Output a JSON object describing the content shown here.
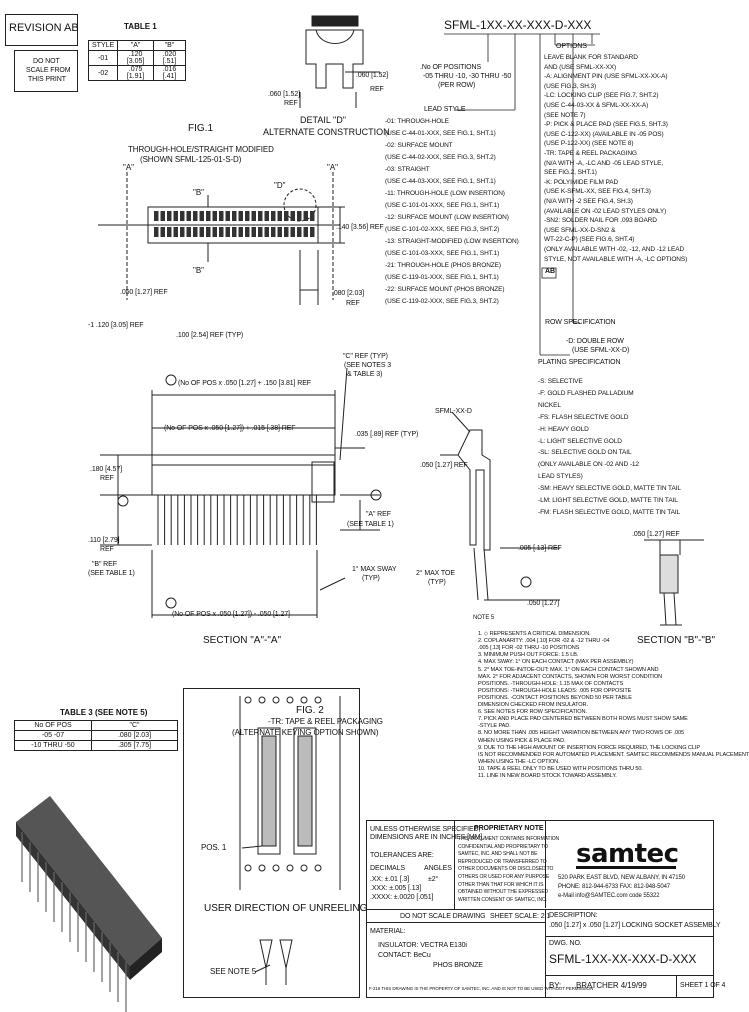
{
  "revision": "REVISION AB",
  "scale_note": [
    "DO NOT",
    "SCALE FROM",
    "THIS PRINT"
  ],
  "table1": {
    "title": "TABLE 1",
    "headers": [
      "STYLE",
      "\"A\"",
      "\"B\""
    ],
    "rows": [
      [
        "-01",
        ".120 [3.05]",
        ".020 [.51]"
      ],
      [
        "-02",
        ".075 [1.91]",
        ".016 [.41]"
      ]
    ]
  },
  "part_number": "SFML-1XX-XX-XXX-D-XXX",
  "positions": [
    ".No OF POSITIONS",
    "-05 THRU -10, -30 THRU -50",
    "(PER ROW)"
  ],
  "options": {
    "title": "OPTIONS",
    "lines": [
      "LEAVE BLANK FOR STANDARD",
      "AND (USE SFML-XX-XX)",
      "-A: ALIGNMENT PIN (USE SFML-XX-XX-A)",
      "(USE FIG.3, SH.3)",
      "-LC: LOCKING CLIP (SEE FIG.7, SHT.2)",
      "(USE C-44-03-XX & SFML-XX-XX-A)",
      "(SEE NOTE 7)",
      "-P: PICK & PLACE PAD (SEE FIG.5, SHT.3)",
      "(USE C-122-XX) (AVAILABLE IN -05 POS)",
      "(USE P-122-XX) (SEE NOTE 8)",
      "-TR: TAPE & REEL PACKAGING",
      "(N/A WITH -A, -LC AND -05 LEAD STYLE,",
      "SEE FIG.2, SHT.1)",
      "-K: POLYIMIDE FILM PAD",
      "(USE K-SFML-XX, SEE FIG.4, SHT.3)",
      "(N/A WITH -2 SEE FIG.4, SH.3)",
      "(AVAILABLE ON -02 LEAD STYLES ONLY)",
      "-SN2: SOLDER NAIL FOR .093 BOARD",
      "(USE SFML-XX-D-SN2 &",
      "WT-22-C-P) (SEE FIG.6, SHT.4)",
      "(ONLY AVAILABLE WITH -02, -12, AND -12 LEAD",
      "STYLE, NOT AVAILABLE WITH -A, -LC OPTIONS)"
    ],
    "rev_mark": "AB"
  },
  "lead_style": {
    "title": "LEAD STYLE",
    "lines": [
      "-01: THROUGH-HOLE",
      "(USE C-44-01-XXX, SEE FIG.1, SHT.1)",
      "-02: SURFACE MOUNT",
      "(USE C-44-02-XXX, SEE FIG.3, SHT.2)",
      "-03: STRAIGHT",
      "(USE C-44-03-XXX, SEE FIG.1, SHT.1)",
      "-11: THROUGH-HOLE (LOW INSERTION)",
      "(USE C-101-01-XXX, SEE FIG.1, SHT.1)",
      "-12: SURFACE MOUNT (LOW INSERTION)",
      "(USE C-101-02-XXX, SEE FIG.3, SHT.2)",
      "-13: STRAIGHT-MODIFIED (LOW INSERTION)",
      "(USE C-101-03-XXX, SEE FIG.1, SHT.1)",
      "-21: THROUGH-HOLE (PHOS BRONZE)",
      "(USE C-119-01-XXX, SEE FIG.1, SHT.1)",
      "-22: SURFACE MOUNT (PHOS BRONZE)",
      "(USE C-119-02-XXX, SEE FIG.3, SHT.2)"
    ]
  },
  "row_spec": {
    "title": "ROW SPECIFICATION",
    "lines": [
      "-D: DOUBLE ROW",
      "(USE SFML-XX-D)"
    ]
  },
  "plating": {
    "title": "PLATING SPECIFICATION",
    "lines": [
      "-S: SELECTIVE",
      "-F: GOLD FLASHED PALLADIUM",
      "NICKEL",
      "-FS: FLASH SELECTIVE GOLD",
      "-H: HEAVY GOLD",
      "-L: LIGHT SELECTIVE GOLD",
      "-SL: SELECTIVE GOLD ON TAIL",
      "(ONLY AVAILABLE ON -02 AND -12",
      "LEAD STYLES)",
      "-SM: HEAVY SELECTIVE GOLD, MATTE TIN TAIL",
      "-LM: LIGHT SELECTIVE GOLD, MATTE TIN TAIL",
      "-FM: FLASH SELECTIVE GOLD, MATTE TIN TAIL"
    ]
  },
  "detail_d": [
    "DETAIL \"D\"",
    "ALTERNATE CONSTRUCTION"
  ],
  "dims_detail": [
    ".060 [1.52]",
    "REF",
    ".060 [1.52]",
    "REF"
  ],
  "fig1": {
    "title": "FIG.1",
    "subtitle": [
      "THROUGH-HOLE/STRAIGHT MODIFIED",
      "(SHOWN SFML-125-01-S-D)"
    ],
    "labels": [
      "\"A\"",
      "\"A\"",
      "\"B\"",
      "\"B\"",
      "\"D\""
    ],
    "dims": [
      ".140 [3.56] REF",
      ".050 [1.27] REF",
      ".080 [2.03]",
      "REF",
      "-1 .120 [3.05] REF",
      ".100 [2.54] REF (TYP)"
    ]
  },
  "section_a": {
    "title": "SECTION \"A\"-\"A\"",
    "dims": [
      "\"C\" REF (TYP)",
      "(SEE NOTES 3",
      "& TABLE 3)",
      "(No OF POS x .050 [1.27] + .150 [3.81] REF",
      "(No OF POS x .050 [1.27]) + .015 [.38] REF",
      ".035 [.89] REF (TYP)",
      ".180 [4.57]",
      "REF",
      ".110 [2.79]",
      "REF",
      "\"B\" REF",
      "(SEE TABLE 1)",
      "(SEE TABLE 1)",
      "\"A\" REF",
      "1° MAX SWAY",
      "(TYP)",
      "(No OF POS x .050 [1.27]) - .050 [1.27]"
    ]
  },
  "side_view": {
    "labels": [
      "SFML-XX-D",
      ".050 [1.27] REF",
      ".005 [.13] REF",
      "2° MAX TOE",
      "(TYP)",
      ".050 [1.27]",
      "NOTE 5"
    ]
  },
  "section_b": {
    "title": "SECTION \"B\"-\"B\"",
    "dim": ".050 [1.27] REF"
  },
  "notes": [
    "1. ◇ REPRESENTS A CRITICAL DIMENSION.",
    "2. COPLANARITY: .004 [.10] FOR -02 & -12 THRU -04",
    "   .005 [.13] FOR -02 THRU -10 POSITIONS",
    "3. MINIMUM PUSH OUT FORCE: 1.5 LB.",
    "4. MAX SWAY: 1° ON EACH CONTACT (MAX PER ASSEMBLY)",
    "5. 2° MAX TOE-IN/TOE-OUT: MAX. 1° ON EACH CONTACT SHOWN AND",
    "   MAX. 2° FOR ADJACENT CONTACTS, SHOWN FOR WORST CONDITION",
    "   POSITIONS. -THROUGH-HOLE: 1.15 MAX OF CONTACTS",
    "   POSITIONS: -THROUGH-HOLE LEADS: .005 FOR OPPOSITE",
    "   POSITIONS. -CONTACT POSITIONS BEYOND 50 PER TABLE",
    "   DIMENSION CHECKED FROM INSULATOR.",
    "6. SEE NOTES FOR ROW SPECIFICATION.",
    "7. PICK AND PLACE PAD CENTERED BETWEEN BOTH ROWS MUST SHOW SAME",
    "   -STYLE PAD.",
    "8. NO MORE THAN .005 HEIGHT VARIATION BETWEEN ANY TWO ROWS OF .005",
    "   WHEN USING PICK & PLACE PAD.",
    "9. DUE TO THE HIGH AMOUNT OF INSERTION FORCE REQUIRED, THE LOCKING CLIP",
    "   IS NOT RECOMMENDED FOR AUTOMATED PLACEMENT. SAMTEC RECOMMENDS MANUAL PLACEMENT",
    "   WHEN USING THE -LC OPTION.",
    "10. TAPE & REEL ONLY TO BE USED WITH POSITIONS THRU 50.",
    "11. LINE IN NEW BOARD STOCK TOWARD ASSEMBLY."
  ],
  "table3": {
    "title": "TABLE 3 (SEE NOTE 5)",
    "headers": [
      "No OF POS",
      "\"C\""
    ],
    "rows": [
      [
        "-05 -07",
        ".080 [2.03]"
      ],
      [
        "-10 THRU -50",
        ".305 [7.75]"
      ]
    ]
  },
  "fig2": {
    "title": "FIG. 2",
    "subtitle": [
      "-TR: TAPE & REEL PACKAGING",
      "(ALTERNATE KEYING OPTION SHOWN)"
    ],
    "pos1": "POS. 1",
    "user_direction": "USER DIRECTION OF UNREELING",
    "see_note": "SEE NOTE 5"
  },
  "title_block": {
    "unless": [
      "UNLESS OTHERWISE SPECIFIED,",
      "DIMENSIONS ARE IN INCHES [MM].",
      "TOLERANCES ARE:"
    ],
    "decimals": [
      "DECIMALS",
      "ANGLES"
    ],
    "tolerances": [
      ".XX: ±.01 [.3]",
      ".XXX: ±.005 [.13]",
      ".XXXX: ±.0020 [.051]",
      "±2°"
    ],
    "proprietary_title": "PROPRIETARY NOTE",
    "proprietary": [
      "THIS DOCUMENT CONTAINS INFORMATION",
      "CONFIDENTIAL AND PROPRIETARY TO",
      "SAMTEC, INC. AND SHALL NOT BE",
      "REPRODUCED OR TRANSFERRED TO",
      "OTHER DOCUMENTS OR DISCLOSED TO",
      "OTHERS OR USED FOR ANY PURPOSE",
      "OTHER THAN THAT FOR WHICH IT IS",
      "OBTAINED WITHOUT THE EXPRESSED",
      "WRITTEN CONSENT OF SAMTEC, INC."
    ],
    "do_not_scale": "DO NOT SCALE DRAWING",
    "sheet_scale": "SHEET SCALE: 2:1",
    "material": [
      "MATERIAL:",
      "INSULATOR: VECTRA E130i",
      "CONTACT: BeCu",
      "PHOS BRONZE"
    ],
    "copyright": "F-218 THIS DRAWING IS THE PROPERTY OF SAMTEC, INC. AND IS NOT TO BE USED WITHOUT PERMISSION",
    "logo": "samtec",
    "address": [
      "520 PARK EAST BLVD, NEW ALBANY, IN 47150",
      "PHONE: 812-944-6733   FAX: 812-948-5047",
      "e-Mail info@SAMTEC.com   code 55322"
    ],
    "description_label": "DESCRIPTION:",
    "description": ".050 [1.27] x .050 [1.27] LOCKING SOCKET ASSEMBLY",
    "dwg_label": "DWG. NO.",
    "dwg_no": "SFML-1XX-XX-XXX-D-XXX",
    "by_label": "BY:",
    "by": "BRATCHER 4/19/99",
    "sheet": "SHEET 1 OF 4"
  }
}
